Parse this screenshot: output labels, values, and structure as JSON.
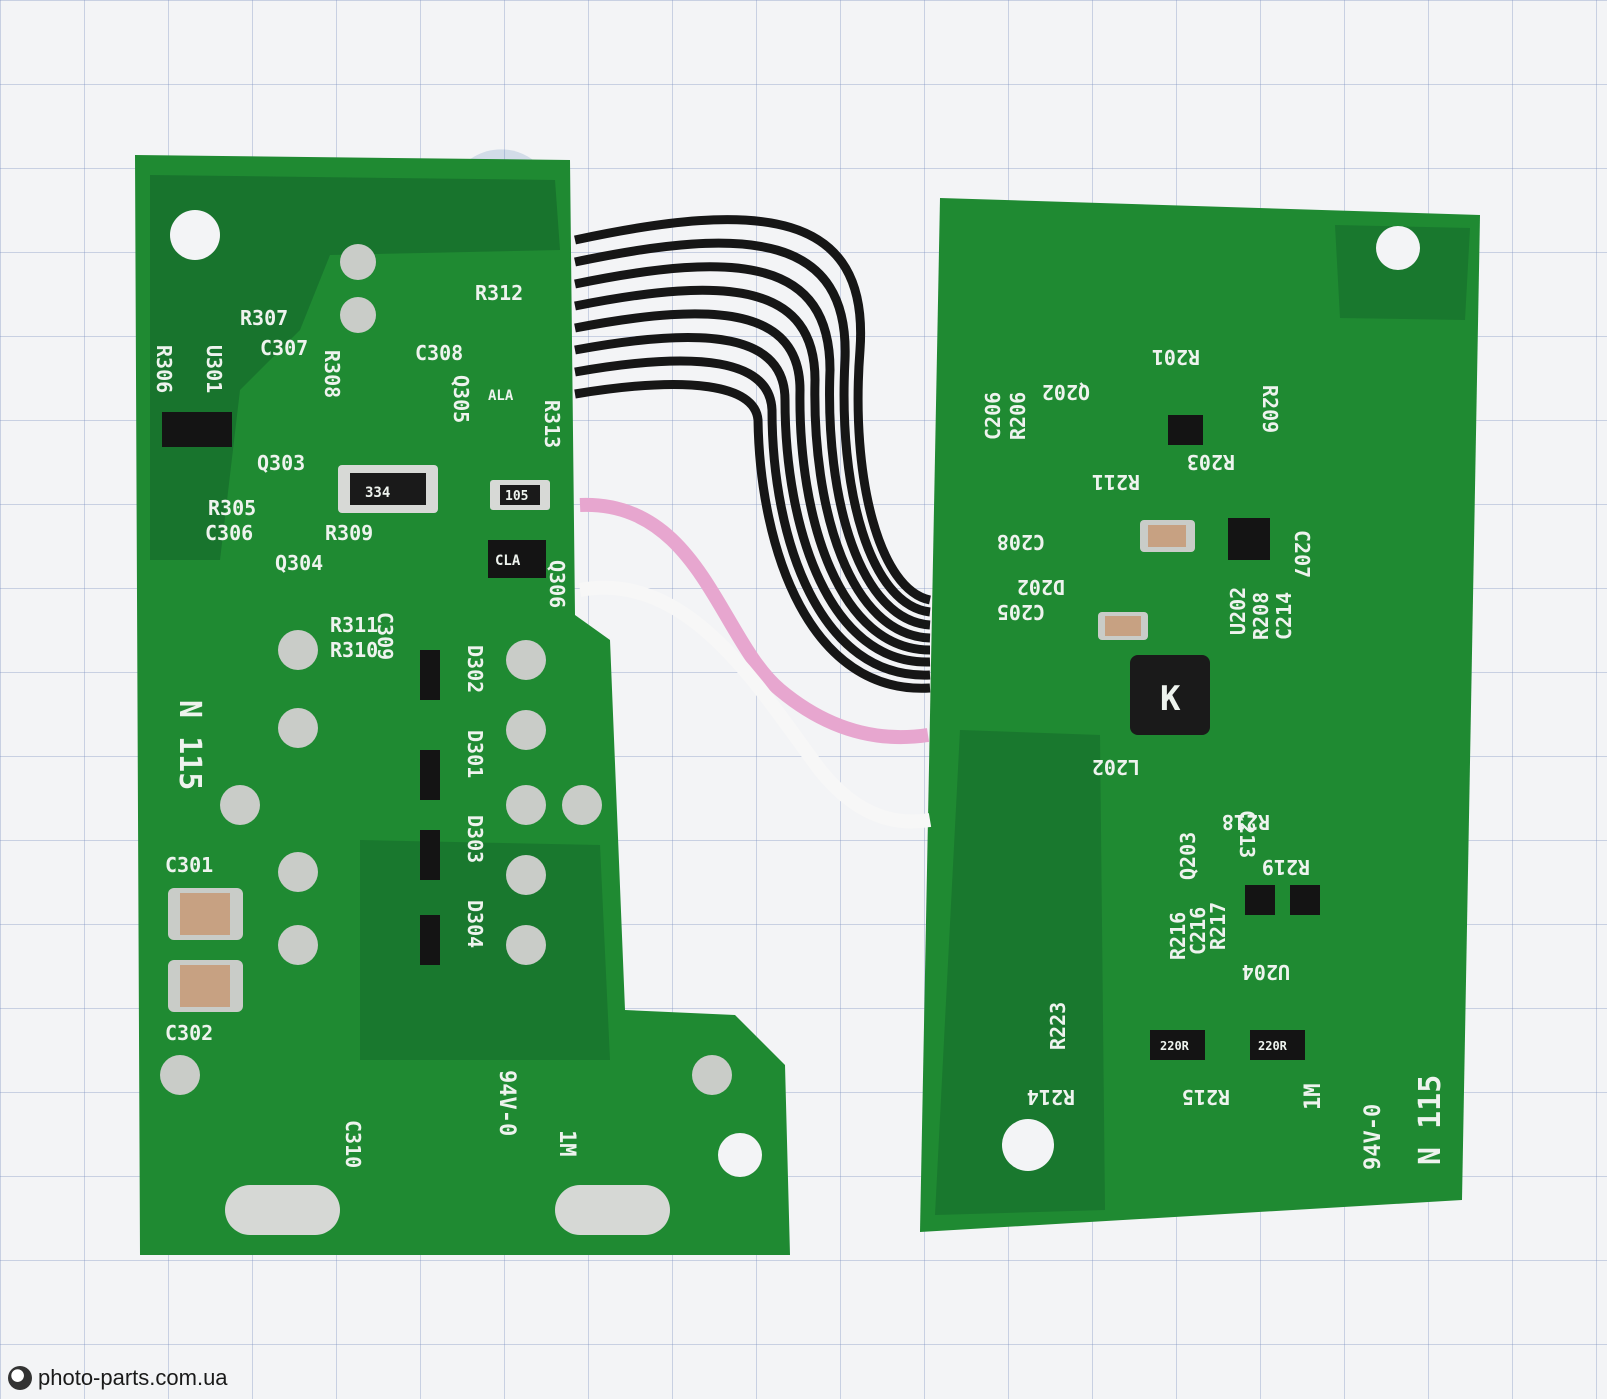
{
  "watermark": {
    "site": "photo-parts.com.ua"
  },
  "colors": {
    "pcb": "#1f8a32",
    "pcb_dark": "#14662a",
    "trace": "#2fa144",
    "pad": "#c9ccc8",
    "silk": "#eef3ee",
    "wire_black": "#161616",
    "wire_pink": "#e7a6cf",
    "wire_white": "#f7f7f7"
  },
  "left_board": {
    "labels": [
      "R312",
      "R307",
      "C307",
      "U301",
      "R306",
      "R308",
      "C308",
      "Q305",
      "R313",
      "Q303",
      "R305",
      "C306",
      "R309",
      "Q304",
      "C309",
      "R311",
      "R310",
      "Q306",
      "D302",
      "D301",
      "D303",
      "D304",
      "C301",
      "C302",
      "C310",
      "94V-0",
      "1M",
      "N 115"
    ],
    "parts": [
      "334",
      "105",
      "CLA",
      "ALA"
    ]
  },
  "right_board": {
    "labels": [
      "R201",
      "R209",
      "Q202",
      "R203",
      "R211",
      "C206",
      "R206",
      "C208",
      "C207",
      "D202",
      "C205",
      "U202",
      "R208",
      "C214",
      "L202",
      "R218",
      "C213",
      "R219",
      "Q203",
      "U204",
      "R217",
      "C216",
      "R216",
      "R223",
      "R214",
      "R215",
      "1M",
      "94V-0",
      "N 115"
    ],
    "parts": [
      "K",
      "220R",
      "220R"
    ]
  }
}
